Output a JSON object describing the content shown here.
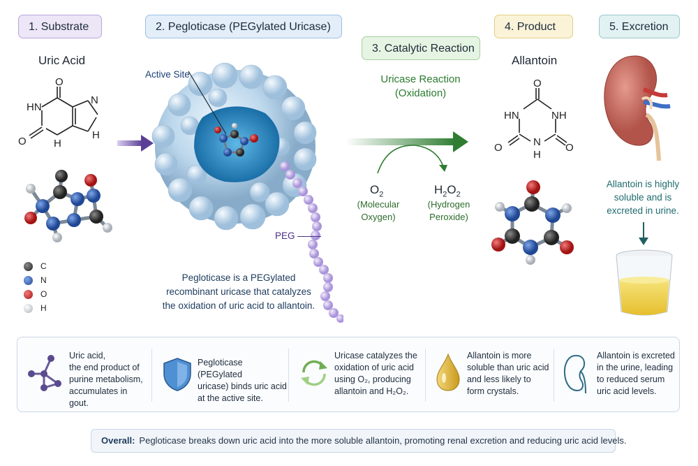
{
  "stages": {
    "substrate": "1. Substrate",
    "enzyme": "2. Pegloticase (PEGylated Uricase)",
    "reaction": "3. Catalytic Reaction",
    "product": "4. Product",
    "excretion": "5. Excretion"
  },
  "substrate": {
    "name": "Uric Acid",
    "atoms": {
      "o_top": "O",
      "hn_left": "HN",
      "o_left": "O",
      "h_bottom": "H",
      "n_top": "N",
      "h_n_right": "H",
      "n_right": "N"
    }
  },
  "legend": [
    {
      "symbol": "C",
      "color": "#3a3a3a"
    },
    {
      "symbol": "N",
      "color": "#2f5fb3"
    },
    {
      "symbol": "O",
      "color": "#d02b2b"
    },
    {
      "symbol": "H",
      "color": "#d9dde3"
    }
  ],
  "enzyme": {
    "active_site": "Active Site",
    "peg": "PEG",
    "description": [
      "Pegloticase is a PEGylated",
      "recombinant uricase that catalyzes",
      "the oxidation of uric acid to allantoin."
    ]
  },
  "reaction": {
    "name_line1": "Uricase Reaction",
    "name_line2": "(Oxidation)",
    "reactant_formula": "O",
    "reactant_sub": "2",
    "reactant_name_line1": "(Molecular",
    "reactant_name_line2": "Oxygen)",
    "byproduct_formula_a": "H",
    "byproduct_sub_a": "2",
    "byproduct_formula_b": "O",
    "byproduct_sub_b": "2",
    "byproduct_name_line1": "(Hydrogen",
    "byproduct_name_line2": "Peroxide)"
  },
  "product": {
    "name": "Allantoin",
    "atoms": {
      "o_top": "O",
      "hn_left": "HN",
      "nh_right": "NH",
      "o_left": "O",
      "n_bottom": "N",
      "h_bottom": "H",
      "o_right": "O"
    }
  },
  "excretion": {
    "note": [
      "Allantoin is highly",
      "soluble and is",
      "excreted in urine."
    ]
  },
  "summary": [
    {
      "icon": "molecule-icon",
      "lines": [
        "Uric acid,",
        "the end product of",
        "purine metabolism,",
        "accumulates in gout."
      ]
    },
    {
      "icon": "shield-icon",
      "lines": [
        "Pegloticase (PEGylated",
        "uricase) binds uric acid",
        "at the active site."
      ]
    },
    {
      "icon": "cycle-arrows-icon",
      "lines": [
        "Uricase catalyzes the",
        "oxidation of uric acid",
        "using O₂, producing",
        "allantoin and H₂O₂."
      ]
    },
    {
      "icon": "droplet-icon",
      "lines": [
        "Allantoin is more",
        "soluble than uric acid",
        "and less likely to",
        "form crystals."
      ]
    },
    {
      "icon": "kidney-outline-icon",
      "lines": [
        "Allantoin is excreted",
        "in the urine, leading",
        "to reduced serum",
        "uric acid levels."
      ]
    }
  ],
  "overall": {
    "label": "Overall:",
    "text": "Pegloticase breaks down uric acid into the more soluble allantoin, promoting renal excretion and reducing uric acid levels."
  },
  "colors": {
    "carbon": "#3a3a3a",
    "nitrogen": "#2f5fb3",
    "oxygen": "#d02b2b",
    "hydrogen": "#d9dde3",
    "arrow_purple": "#5b3f96",
    "arrow_green": "#2f7d32",
    "peg": "#c9b8ea"
  }
}
